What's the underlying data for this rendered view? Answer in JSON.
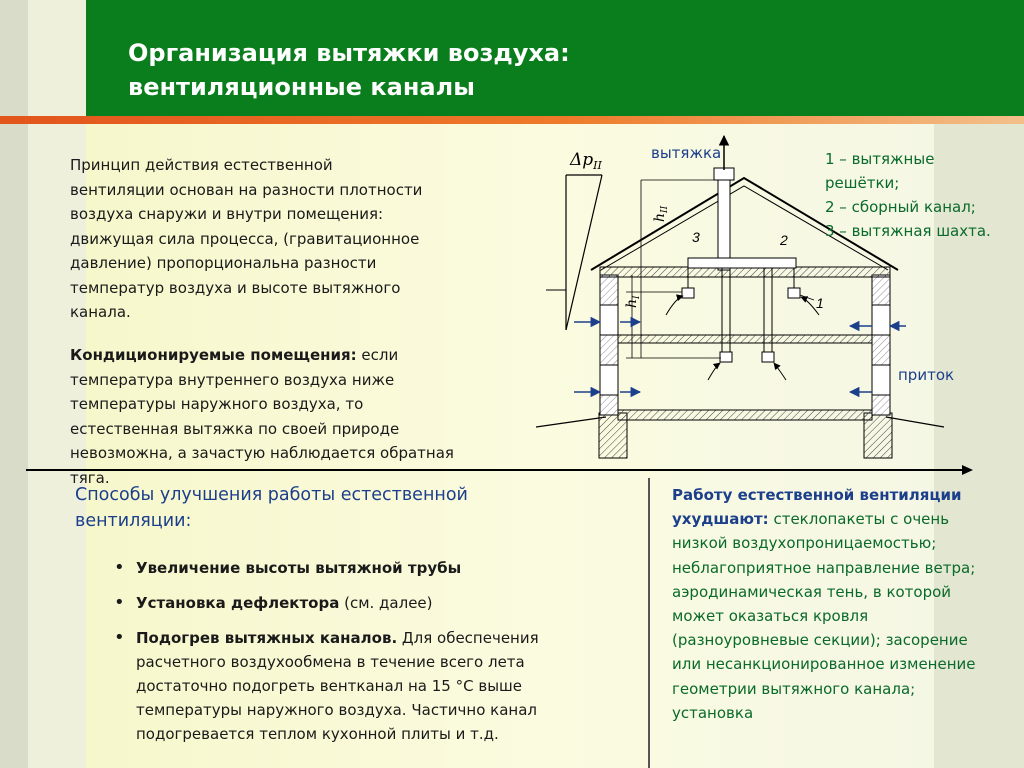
{
  "title": {
    "line1": "Организация вытяжки воздуха:",
    "line2": "вентиляционные каналы"
  },
  "intro": "Принцип действия естественной вентиляции основан на разности плотности воздуха снаружи и внутри помещения: движущая сила процесса, (гравитационное давление) пропорциональна разности температур воздуха и высоте вытяжного канала.",
  "conditioned": {
    "bold": "Кондиционируемые помещения:",
    "text": " если температура внутреннего воздуха ниже температуры наружного воздуха, то естественная вытяжка по своей природе невозможна, а зачастую наблюдается обратная тяга."
  },
  "diagram": {
    "label_exhaust": "вытяжка",
    "label_inflow": "приток",
    "delta_p": "Δp",
    "delta_p_sub": "II",
    "h2": "h",
    "h2_sub": "II",
    "h1": "h",
    "h1_sub": "I",
    "num1": "1",
    "num2": "2",
    "num3": "3",
    "legend": [
      "1 – вытяжные решётки;",
      "2 – сборный канал;",
      "3 – вытяжная шахта."
    ],
    "colors": {
      "blue_text": "#1c3f8c",
      "green_text": "#0a6a2a",
      "header": "#0a7d1c",
      "rule": "#e2551c"
    }
  },
  "ways": {
    "heading": "Способы улучшения работы естественной вентиляции:",
    "items": [
      {
        "bold": "Увеличение высоты вытяжной трубы",
        "text": ""
      },
      {
        "bold": "Установка дефлектора",
        "text": " (см. далее)"
      },
      {
        "bold": "Подогрев вытяжных каналов.",
        "text": " Для обеспечения расчетного воздухообмена в течение всего лета достаточно подогреть вентканал на 15 °С выше температуры наружного воздуха. Частично канал подогревается теплом кухонной плиты и т.д."
      }
    ]
  },
  "worse": {
    "bold": "Работу естественной вентиляции ухудшают:",
    "text": " стеклопакеты с очень низкой воздухопроницаемостью; неблагоприятное направление ветра; аэродинамическая тень, в которой может оказаться кровля (разноуровневые секции); засорение или несанкционированное изменение геометрии вытяжного канала; установка"
  }
}
